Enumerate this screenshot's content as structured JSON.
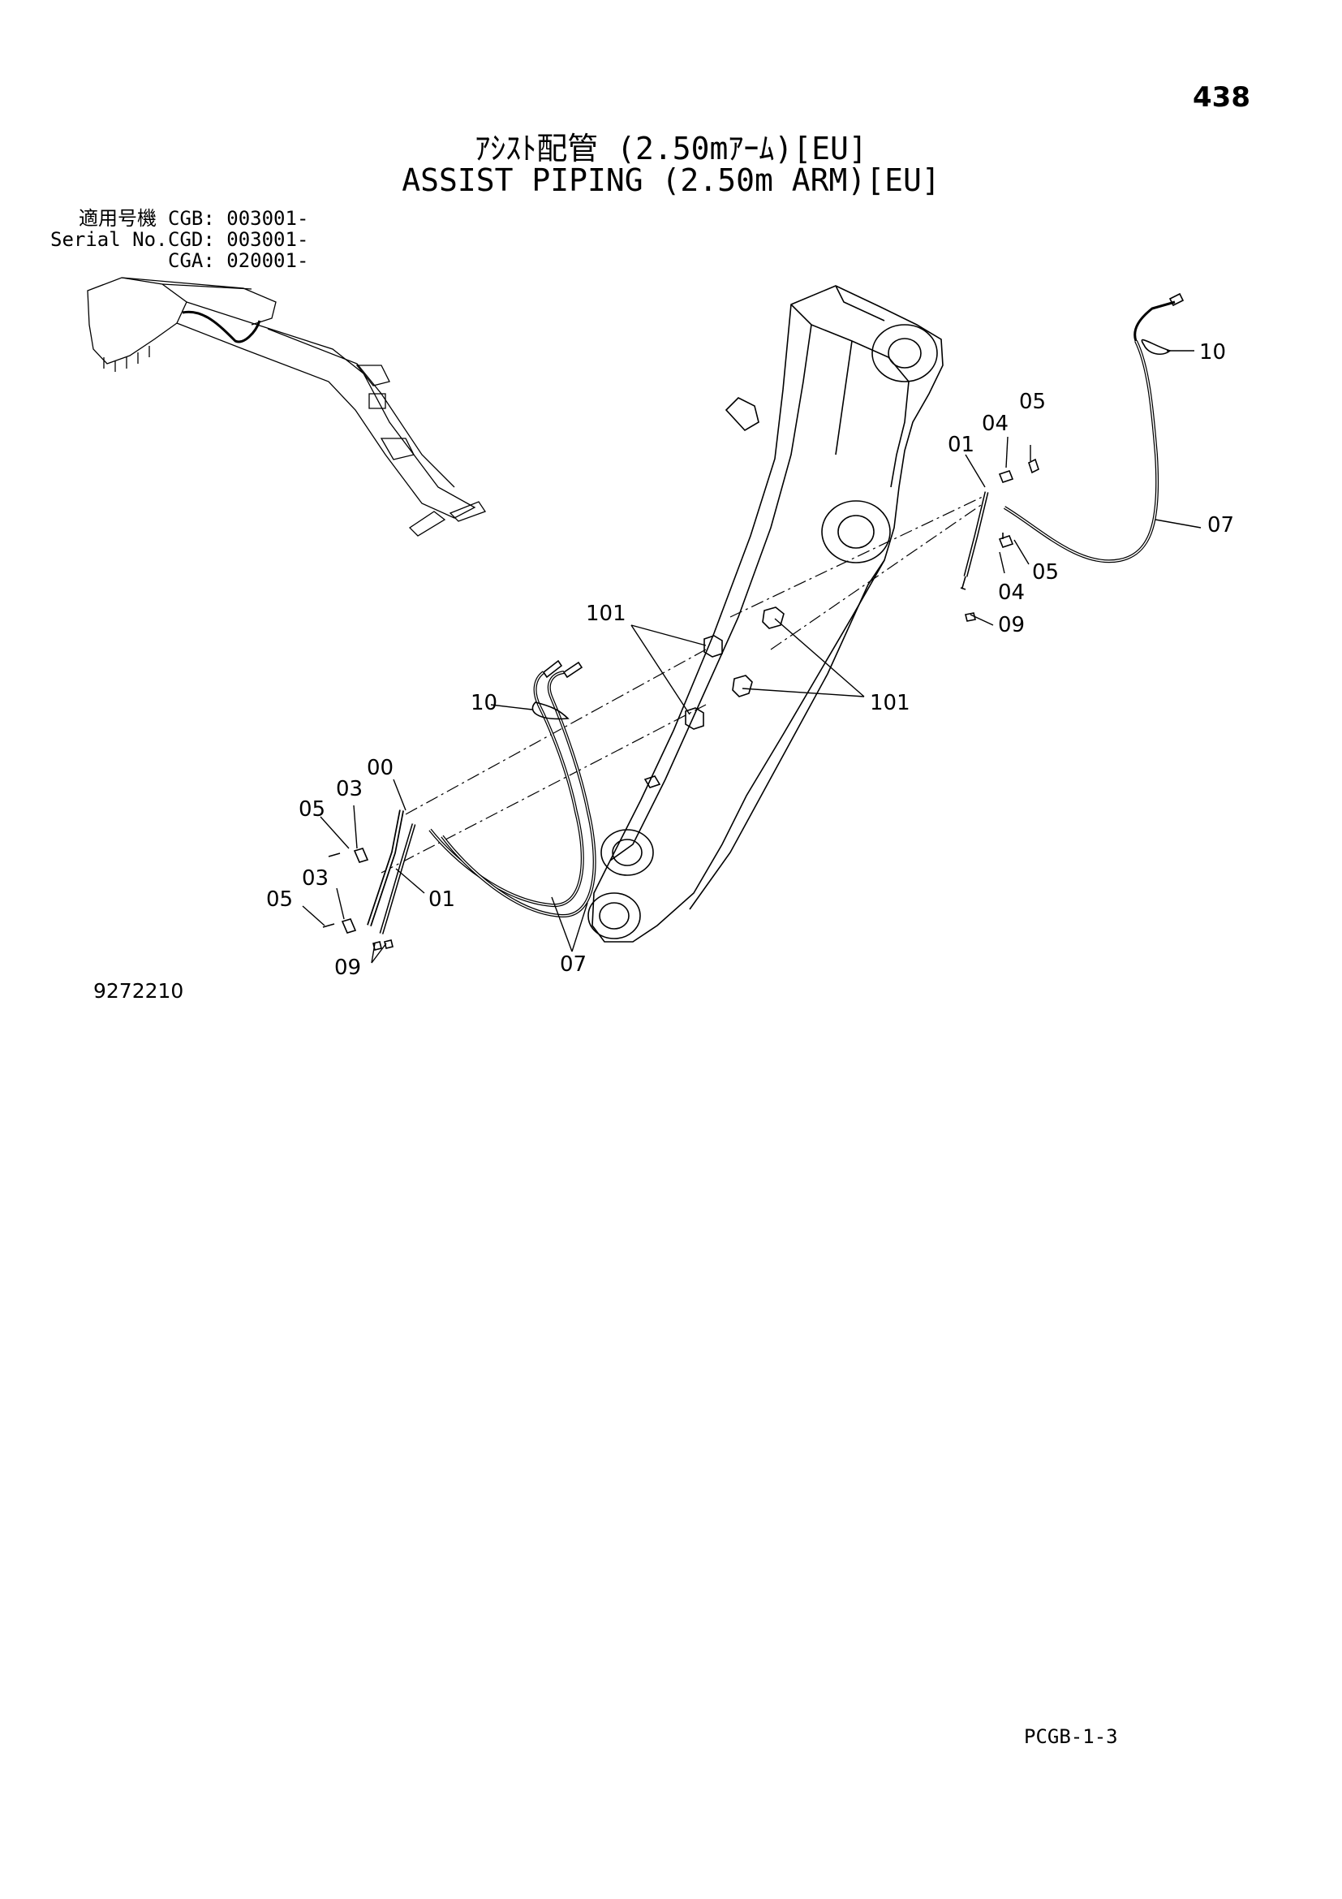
{
  "page_number": "438",
  "title_jp": "ｱｼｽﾄ配管 (2.50mｱｰﾑ)[EU]",
  "title_en": "ASSIST PIPING (2.50m ARM)[EU]",
  "serial": {
    "label_jp": "適用号機",
    "label_en": "Serial No.",
    "entries": [
      "CGB: 003001-",
      "CGD: 003001-",
      "CGA: 020001-"
    ]
  },
  "callouts": {
    "c10_top": "10",
    "c05_top": "05",
    "c04_top": "04",
    "c01_top": "01",
    "c07_right": "07",
    "c05_mid": "05",
    "c04_mid": "04",
    "c09_right": "09",
    "c101_left": "101",
    "c101_right": "101",
    "c10_left": "10",
    "c00": "00",
    "c03_a": "03",
    "c05_a": "05",
    "c03_b": "03",
    "c05_b": "05",
    "c01_left": "01",
    "c09_left": "09",
    "c07_bottom": "07"
  },
  "figure_number": "9272210",
  "page_code": "PCGB-1-3"
}
